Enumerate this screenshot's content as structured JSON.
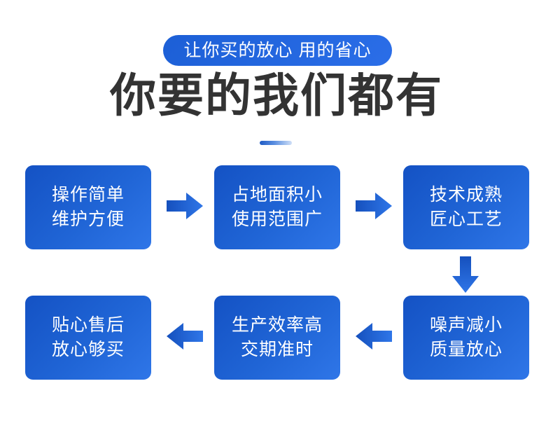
{
  "banner": {
    "pill_text": "让你买的放心 用的省心",
    "heading": "你要的我们都有"
  },
  "theme": {
    "background": "#ffffff",
    "pill_blue_start": "#1c5fd6",
    "pill_blue_end": "#2b6ee8",
    "box_blue_start": "#1452c4",
    "box_blue_end": "#2f76e8",
    "arrow_blue_start": "#1550bd",
    "arrow_blue_end": "#2f76e8",
    "heading_color": "#333333",
    "divider_start": "#1f5bc4",
    "divider_end": "#cfdff7"
  },
  "flow": {
    "boxes": [
      {
        "id": "r1c1",
        "line1": "操作简单",
        "line2": "维护方便"
      },
      {
        "id": "r1c2",
        "line1": "占地面积小",
        "line2": "使用范围广"
      },
      {
        "id": "r1c3",
        "line1": "技术成熟",
        "line2": "匠心工艺"
      },
      {
        "id": "r2c3",
        "line1": "噪声减小",
        "line2": "质量放心"
      },
      {
        "id": "r2c2",
        "line1": "生产效率高",
        "line2": "交期准时"
      },
      {
        "id": "r2c1",
        "line1": "贴心售后",
        "line2": "放心够买"
      }
    ],
    "arrows": [
      {
        "id": "a1",
        "direction": "right"
      },
      {
        "id": "a2",
        "direction": "right"
      },
      {
        "id": "a3",
        "direction": "down"
      },
      {
        "id": "a4",
        "direction": "left"
      },
      {
        "id": "a5",
        "direction": "left"
      }
    ]
  }
}
